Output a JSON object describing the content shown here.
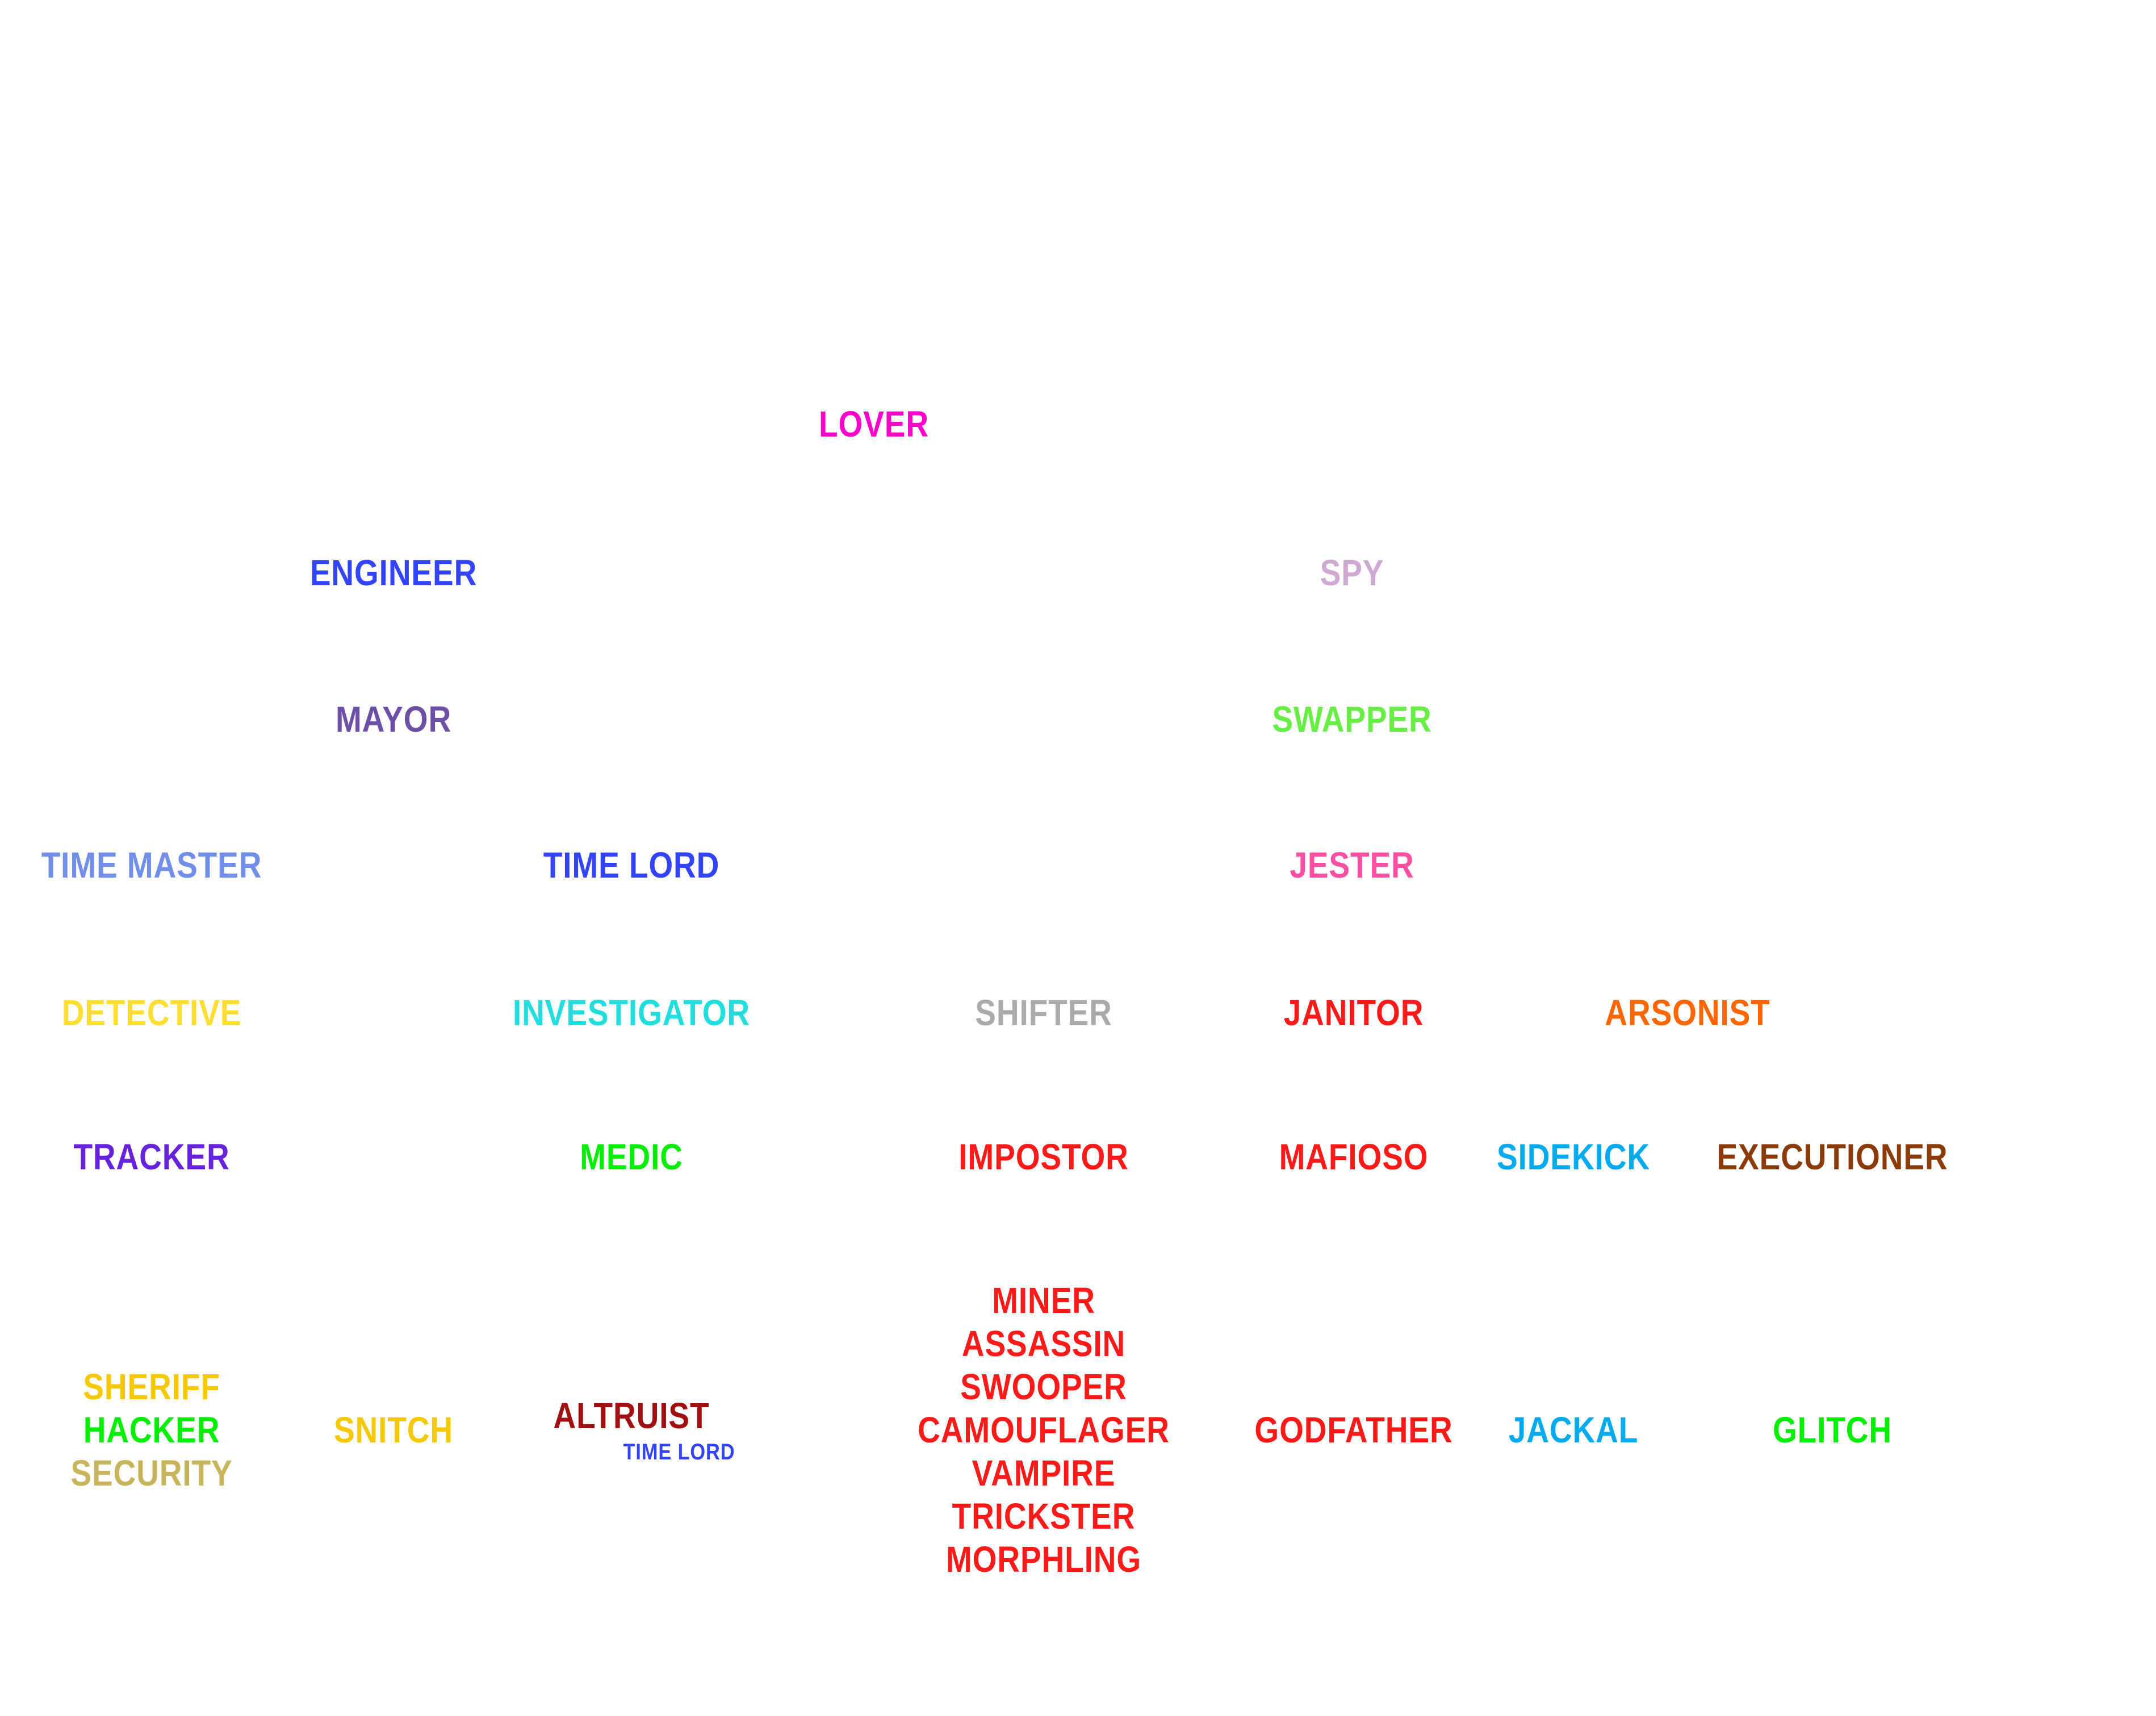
{
  "roles": [
    {
      "key": "lover",
      "label": "LOVER",
      "color": "#ff00cc"
    },
    {
      "key": "engineer",
      "label": "ENGINEER",
      "color": "#3344ff"
    },
    {
      "key": "spy",
      "label": "SPY",
      "color": "#cfa8d4"
    },
    {
      "key": "mayor",
      "label": "MAYOR",
      "color": "#6e4fa8"
    },
    {
      "key": "swapper",
      "label": "SWAPPER",
      "color": "#66ee44"
    },
    {
      "key": "time-master",
      "label": "TIME MASTER",
      "color": "#6f8fea"
    },
    {
      "key": "time-lord",
      "label": "TIME LORD",
      "color": "#3344ff"
    },
    {
      "key": "jester",
      "label": "JESTER",
      "color": "#ff4fa3"
    },
    {
      "key": "detective",
      "label": "DETECTIVE",
      "color": "#ffdd33"
    },
    {
      "key": "investigator",
      "label": "INVESTIGATOR",
      "color": "#22dddd"
    },
    {
      "key": "shifter",
      "label": "SHIFTER",
      "color": "#aaaaaa"
    },
    {
      "key": "janitor",
      "label": "JANITOR",
      "color": "#ff1a1a"
    },
    {
      "key": "arsonist",
      "label": "ARSONIST",
      "color": "#ff6600"
    },
    {
      "key": "tracker",
      "label": "TRACKER",
      "color": "#6622dd"
    },
    {
      "key": "medic",
      "label": "MEDIC",
      "color": "#00ee00"
    },
    {
      "key": "impostor",
      "label": "IMPOSTOR",
      "color": "#ff1a1a"
    },
    {
      "key": "mafioso",
      "label": "MAFIOSO",
      "color": "#ff1a1a"
    },
    {
      "key": "sidekick",
      "label": "SIDEKICK",
      "color": "#00aaee"
    },
    {
      "key": "executioner",
      "label": "EXECUTIONER",
      "color": "#8b3a0a"
    },
    {
      "key": "sheriff",
      "label": "SHERIFF",
      "color": "#f5c800"
    },
    {
      "key": "hacker",
      "label": "HACKER",
      "color": "#00ee00"
    },
    {
      "key": "security",
      "label": "SECURITY",
      "color": "#c8b45a"
    },
    {
      "key": "snitch",
      "label": "SNITCH",
      "color": "#f5c800"
    },
    {
      "key": "altruist",
      "label": "ALTRUIST",
      "color": "#a01010"
    },
    {
      "key": "altruist-requires-time-lord",
      "label": "TIME LORD",
      "color": "#3344ff"
    },
    {
      "key": "miner",
      "label": "MINER",
      "color": "#ff1a1a"
    },
    {
      "key": "assassin",
      "label": "ASSASSIN",
      "color": "#ff1a1a"
    },
    {
      "key": "swooper",
      "label": "SWOOPER",
      "color": "#ff1a1a"
    },
    {
      "key": "camouflager",
      "label": "CAMOUFLAGER",
      "color": "#ff1a1a"
    },
    {
      "key": "vampire",
      "label": "VAMPIRE",
      "color": "#ff1a1a"
    },
    {
      "key": "trickster",
      "label": "TRICKSTER",
      "color": "#ff1a1a"
    },
    {
      "key": "morphling",
      "label": "MORPHLING",
      "color": "#ff1a1a"
    },
    {
      "key": "godfather",
      "label": "GODFATHER",
      "color": "#ff1a1a"
    },
    {
      "key": "jackal",
      "label": "JACKAL",
      "color": "#00aaee"
    },
    {
      "key": "glitch",
      "label": "GLITCH",
      "color": "#00ee00"
    }
  ]
}
